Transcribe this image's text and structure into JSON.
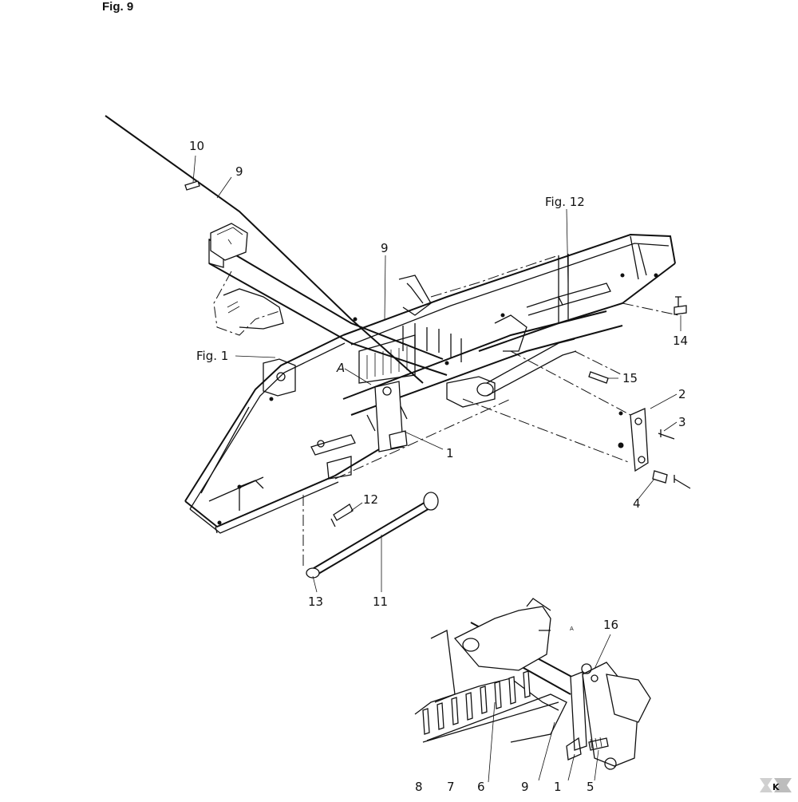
{
  "figure": {
    "title": "Fig. 9"
  },
  "callouts": {
    "main": [
      {
        "id": "c10",
        "text": "10"
      },
      {
        "id": "c9a",
        "text": "9"
      },
      {
        "id": "c9b",
        "text": "9"
      },
      {
        "id": "fig12",
        "text": "Fig. 12"
      },
      {
        "id": "c14",
        "text": "14"
      },
      {
        "id": "fig1",
        "text": "Fig. 1"
      },
      {
        "id": "detailA",
        "text": "A"
      },
      {
        "id": "c15",
        "text": "15"
      },
      {
        "id": "c2",
        "text": "2"
      },
      {
        "id": "c3",
        "text": "3"
      },
      {
        "id": "c1",
        "text": "1"
      },
      {
        "id": "c4",
        "text": "4"
      },
      {
        "id": "c12",
        "text": "12"
      },
      {
        "id": "c13",
        "text": "13"
      },
      {
        "id": "c11",
        "text": "11"
      }
    ],
    "inset": [
      {
        "id": "inA",
        "text": "A"
      },
      {
        "id": "i16",
        "text": "16"
      },
      {
        "id": "i8",
        "text": "8"
      },
      {
        "id": "i7",
        "text": "7"
      },
      {
        "id": "i6",
        "text": "6"
      },
      {
        "id": "i9",
        "text": "9"
      },
      {
        "id": "i1",
        "text": "1"
      },
      {
        "id": "i5",
        "text": "5"
      }
    ]
  },
  "logo": {
    "text": "K"
  }
}
